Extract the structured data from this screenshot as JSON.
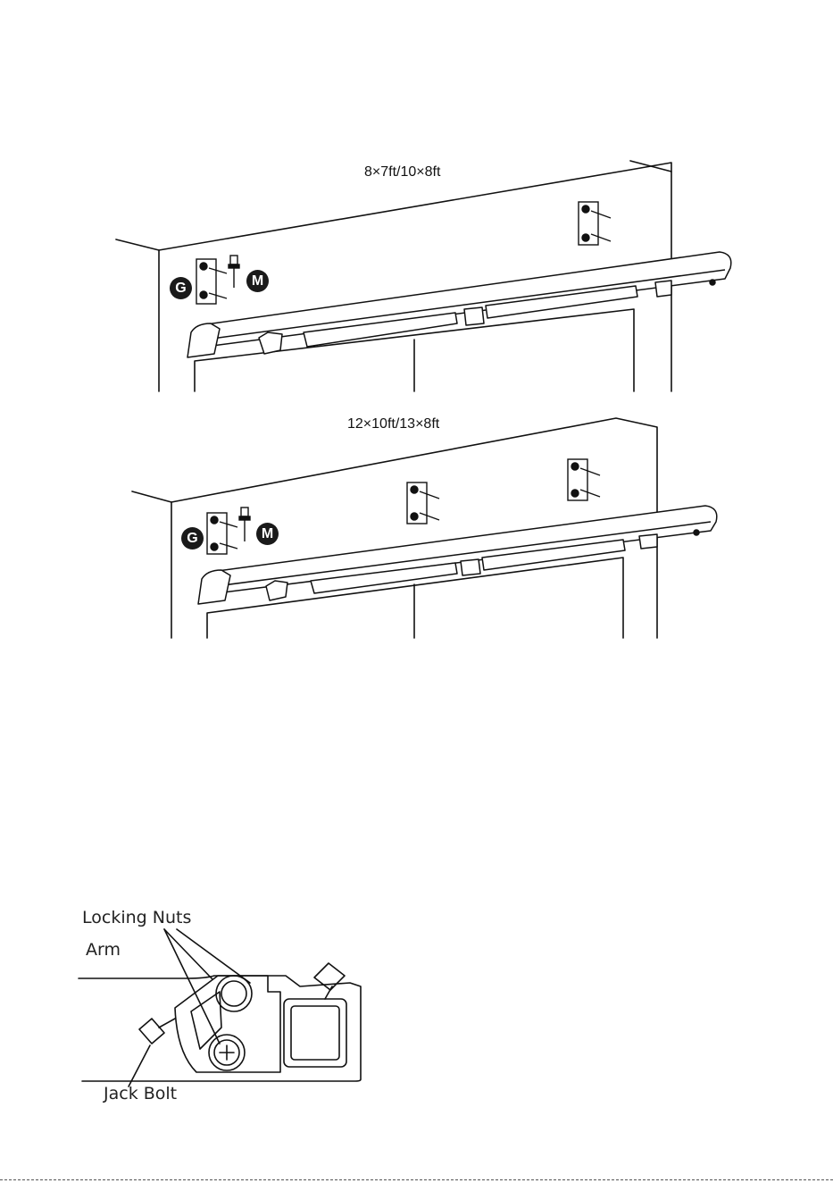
{
  "diagrams": [
    {
      "caption": "8×7ft/10×8ft",
      "badge_g": "G",
      "badge_m": "M"
    },
    {
      "caption": "12×10ft/13×8ft",
      "badge_g": "G",
      "badge_m": "M"
    }
  ],
  "detail": {
    "labels": {
      "locking_nuts": "Locking Nuts",
      "arm": "Arm",
      "jack_bolt": "Jack Bolt"
    }
  }
}
